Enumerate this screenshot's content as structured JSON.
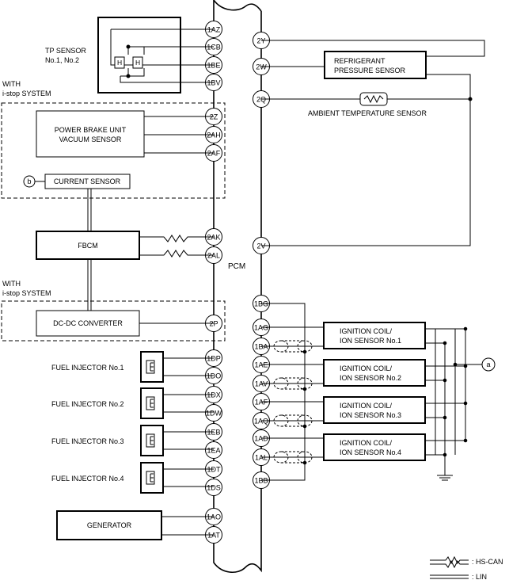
{
  "pcm": {
    "label": "PCM"
  },
  "components": {
    "tp_sensor": {
      "line1": "TP SENSOR",
      "line2": "No.1, No.2",
      "h1": "H",
      "h2": "H"
    },
    "with_istop_1": {
      "line1": "WITH",
      "line2": "i-stop SYSTEM"
    },
    "power_brake": {
      "line1": "POWER BRAKE UNIT",
      "line2": "VACUUM SENSOR"
    },
    "current_sensor": {
      "label": "CURRENT SENSOR",
      "marker": "b"
    },
    "fbcm": {
      "label": "FBCM"
    },
    "with_istop_2": {
      "line1": "WITH",
      "line2": "i-stop SYSTEM"
    },
    "dcdc": {
      "label": "DC-DC CONVERTER"
    },
    "injectors": [
      "FUEL INJECTOR No.1",
      "FUEL INJECTOR No.2",
      "FUEL INJECTOR No.3",
      "FUEL INJECTOR No.4"
    ],
    "generator": {
      "label": "GENERATOR"
    },
    "refrigerant": {
      "line1": "REFRIGERANT",
      "line2": "PRESSURE SENSOR"
    },
    "ambient": {
      "label": "AMBIENT TEMPERATURE SENSOR"
    },
    "ignition_coils": [
      {
        "line1": "IGNITION COIL/",
        "line2": "ION SENSOR No.1"
      },
      {
        "line1": "IGNITION COIL/",
        "line2": "ION SENSOR No.2"
      },
      {
        "line1": "IGNITION COIL/",
        "line2": "ION SENSOR No.3"
      },
      {
        "line1": "IGNITION COIL/",
        "line2": "ION SENSOR No.4"
      }
    ],
    "marker_a": "a"
  },
  "left_pins": [
    "1AZ",
    "1CB",
    "1BE",
    "1BV",
    "2Z",
    "2AH",
    "2AF",
    "2AK",
    "2AL",
    "2P",
    "1DP",
    "1DO",
    "1DX",
    "1DW",
    "1EB",
    "1EA",
    "1DT",
    "1DS",
    "1AO",
    "1AT"
  ],
  "right_pins": [
    "2Y",
    "2W",
    "2Q",
    "2V",
    "1BG",
    "1AG",
    "1BA",
    "1AE",
    "1AV",
    "1AF",
    "1AQ",
    "1AD",
    "1AL",
    "1BB"
  ],
  "legend": {
    "hs_can": ": HS-CAN",
    "lin": ": LIN"
  }
}
